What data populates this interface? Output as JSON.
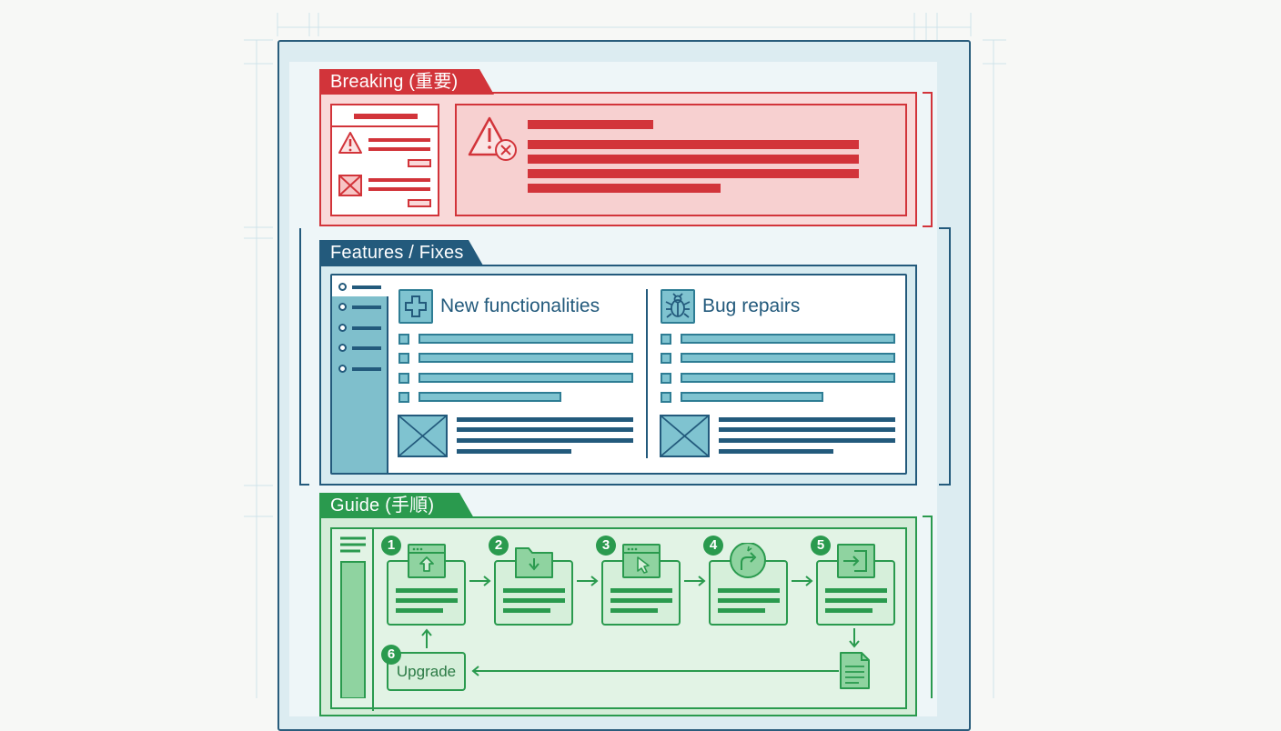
{
  "sections": {
    "breaking": {
      "title": "Breaking (重要)",
      "color": "#d2343a"
    },
    "features": {
      "title": "Features / Fixes",
      "color": "#235a7c",
      "columns": [
        {
          "heading": "New functionalities",
          "icon": "plus-icon"
        },
        {
          "heading": "Bug repairs",
          "icon": "bug-icon"
        }
      ]
    },
    "guide": {
      "title": "Guide (手順)",
      "color": "#2a9a4e",
      "steps": [
        {
          "number": "1",
          "icon": "upload-window-icon"
        },
        {
          "number": "2",
          "icon": "folder-download-icon"
        },
        {
          "number": "3",
          "icon": "cursor-window-icon"
        },
        {
          "number": "4",
          "icon": "update-arrow-icon"
        },
        {
          "number": "5",
          "icon": "login-icon"
        }
      ],
      "final_step": {
        "number": "6",
        "label": "Upgrade"
      }
    }
  }
}
